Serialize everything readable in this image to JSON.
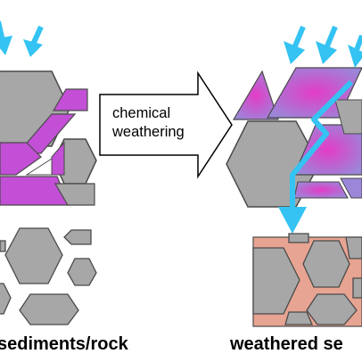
{
  "arrow_label": {
    "line1": "chemical",
    "line2": "weathering"
  },
  "captions": {
    "left": "sediments/rock",
    "right": "weathered se"
  },
  "colors": {
    "grain": "#a7a7a7",
    "grain_stroke": "#4a4a4a",
    "purple_mineral": "#c34fd6",
    "weathered_mineral": "#9b86d8",
    "weathered_center": "#e040c8",
    "water_arrow": "#34c3f2",
    "clay_matrix": "#e8a492"
  },
  "icons": {
    "water_arrows": "water-inflow-arrow",
    "process_arrow": "block-arrow-right"
  }
}
